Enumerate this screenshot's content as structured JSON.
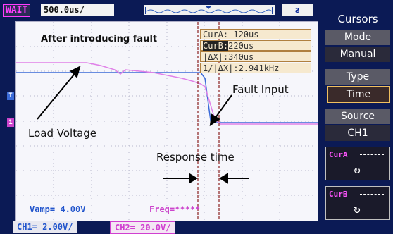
{
  "status": {
    "trigger_state": "WAIT",
    "timebase": "500.0us/",
    "trigger_icon": "trigger-edge-icon",
    "trigger_glyph": "ƨ"
  },
  "menu": {
    "title": "Cursors",
    "mode_label": "Mode",
    "mode_value": "Manual",
    "type_label": "Type",
    "type_value": "Time",
    "source_label": "Source",
    "source_value": "CH1",
    "cura_label": "CurA",
    "curb_label": "CurB"
  },
  "cursors": {
    "cura": "CurA:-120us",
    "curb_prefix": "CurB:",
    "curb_value": "220us",
    "delta": "|ΔX|:340us",
    "inverse": "1/|ΔX|:2.941kHz"
  },
  "annotations": {
    "title": "After introducing fault",
    "load_voltage": "Load Voltage",
    "fault_input": "Fault Input",
    "response_time": "Response time"
  },
  "measurements": {
    "vamp": "Vamp= 4.00V",
    "freq": "Freq=*****"
  },
  "channels": {
    "ch1_scale": "CH1= 2.00V/",
    "ch2_scale": "CH2= 20.0V/",
    "ch1_marker": "T",
    "ch2_marker": "1"
  },
  "colors": {
    "ch1": "#3a6ad8",
    "ch2": "#e080e8",
    "cursor": "#8a2020",
    "background": "#0b1a55"
  }
}
